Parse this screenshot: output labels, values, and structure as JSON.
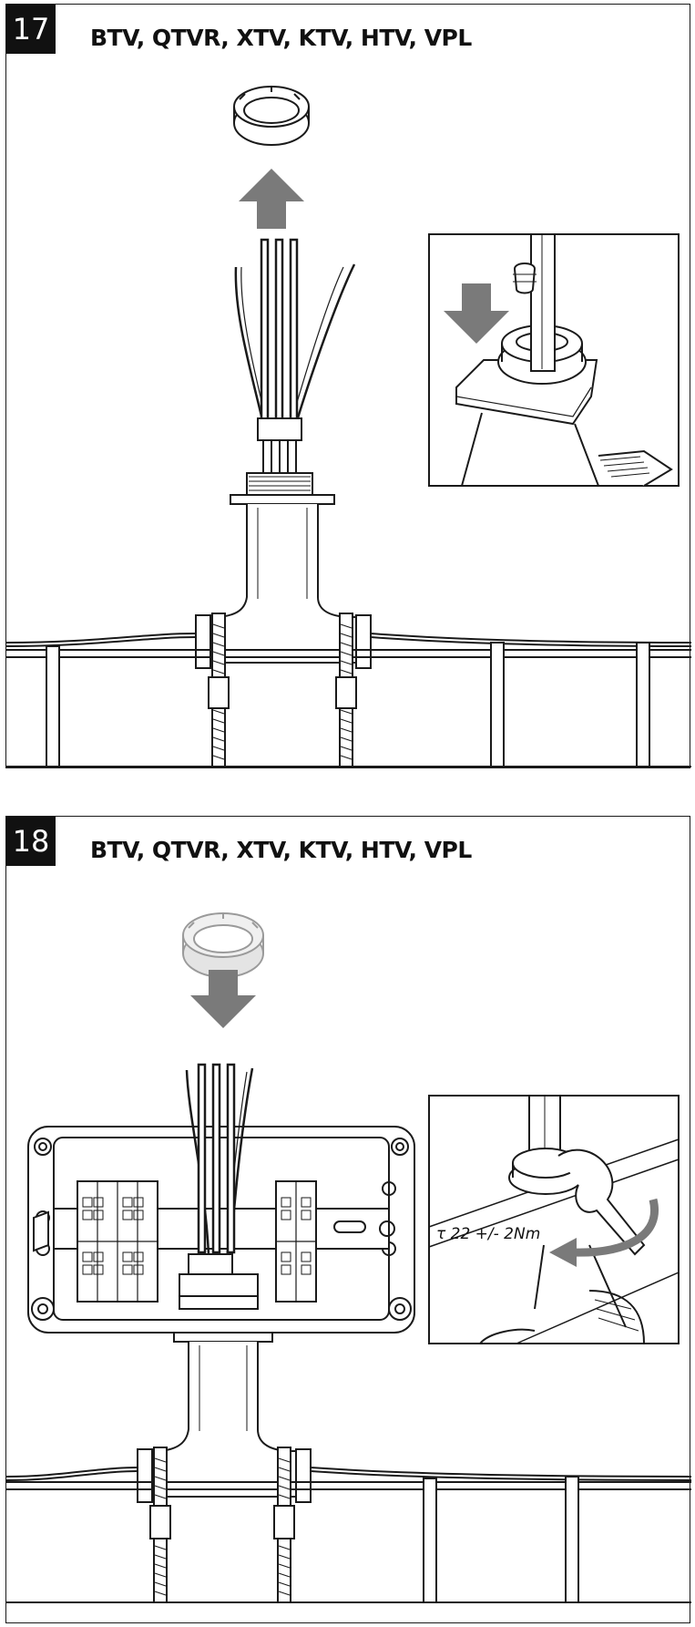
{
  "steps": [
    {
      "number": "17",
      "models": "BTV, QTVR, XTV, KTV, HTV, VPL"
    },
    {
      "number": "18",
      "models": "BTV, QTVR, XTV, KTV, HTV, VPL",
      "torque_label": "τ 22 +/- 2Nm"
    }
  ],
  "colors": {
    "line": "#1a1a1a",
    "arrow": "#7a7a7a",
    "ring_light": "#e4e4e4"
  },
  "icons": [
    "gland-nut-icon",
    "arrow-up-icon",
    "arrow-down-icon",
    "torque-arrow-icon",
    "wrench-icon"
  ]
}
